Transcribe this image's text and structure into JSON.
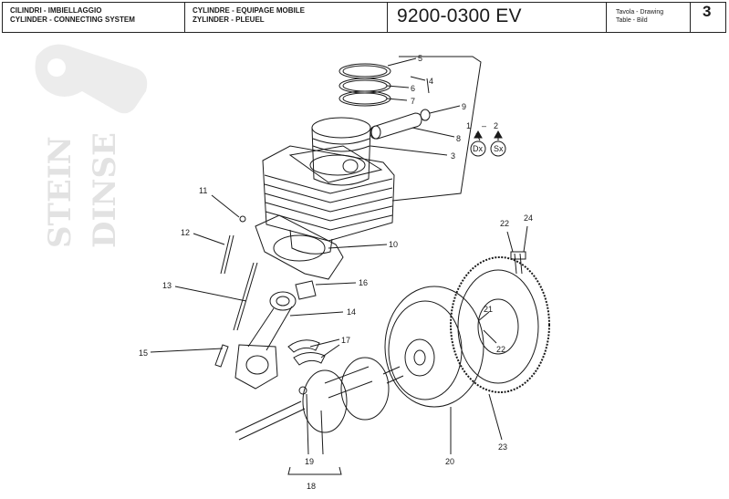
{
  "header": {
    "group_it": "CILINDRI - IMBIELLAGGIO",
    "group_en": "CYLINDER - CONNECTING SYSTEM",
    "group_fr": "CYLINDRE - EQUIPAGE MOBILE",
    "group_de": "ZYLINDER - PLEUEL",
    "code": "9200-0300 EV",
    "table_label_1": "Tavola - Drawing",
    "table_label_2": "Table - Bild",
    "table_number": "3"
  },
  "watermark": {
    "line1": "STEIN",
    "line2": "DINSE"
  },
  "parts": {
    "p1": "1",
    "p2": "2",
    "p3": "3",
    "p4": "4",
    "p5": "5",
    "p6": "6",
    "p7": "7",
    "p8": "8",
    "p9": "9",
    "p10": "10",
    "p11": "11",
    "p12": "12",
    "p13": "13",
    "p14": "14",
    "p15": "15",
    "p16": "16",
    "p17": "17",
    "p18": "18",
    "p19": "19",
    "p20": "20",
    "p21": "21",
    "p22a": "22",
    "p22b": "22",
    "p23": "23",
    "p24": "24"
  },
  "side_marks": {
    "dx": "Dx",
    "sx": "Sx",
    "dash": "–"
  },
  "colors": {
    "line": "#1a1a1a",
    "watermark": "#e2e2e2"
  }
}
